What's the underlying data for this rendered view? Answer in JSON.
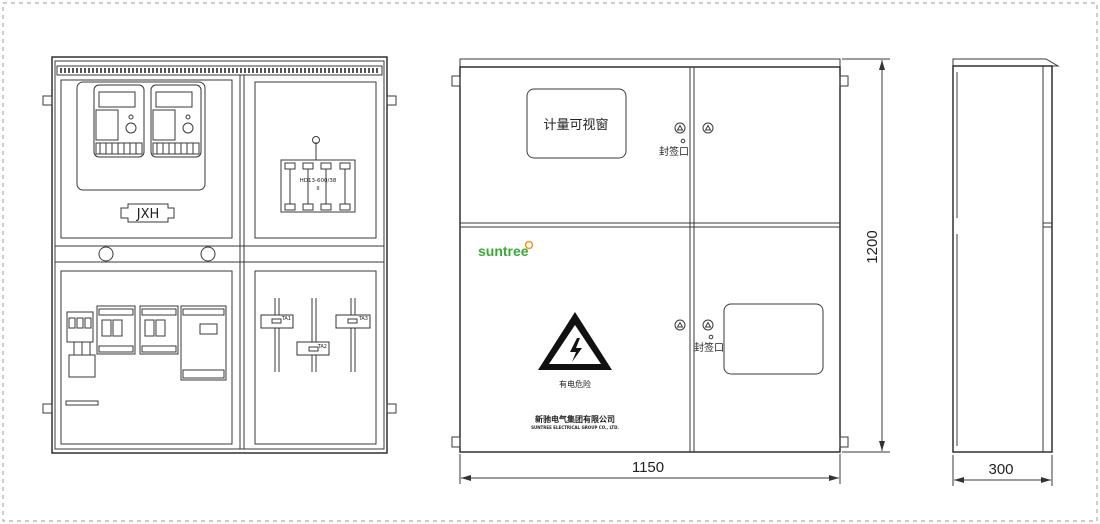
{
  "nameplate_text": "JXH",
  "switch_label": "HD13-600/38",
  "switch_label_sub": "II",
  "ct_labels": [
    "TA1",
    "TA2",
    "TA3"
  ],
  "meter_window_text": "计量可视窗",
  "seal_port_text": "封签口",
  "brand_name": "suntree",
  "warning_text": "有电危险",
  "company_name_cn": "新驰电气集团有限公司",
  "company_name_en": "SUNTREE ELECTRICAL GROUP CO., LTD.",
  "dim_width": "1150",
  "dim_height": "1200",
  "dim_depth": "300",
  "colors": {
    "brand_green": "#3aa935",
    "brand_orange": "#f39a1e",
    "line": "#333333"
  }
}
